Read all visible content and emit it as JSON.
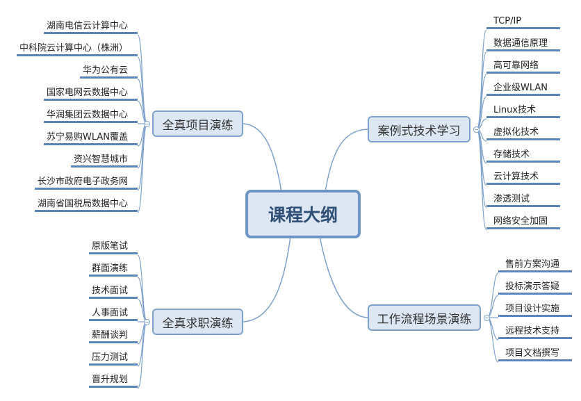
{
  "center": {
    "label": "课程大纲"
  },
  "branches": {
    "project": {
      "label": "全真项目演练",
      "items": [
        "湖南电信云计算中心",
        "中科院云计算中心（株洲）",
        "华为公有云",
        "国家电网云数据中心",
        "华润集团云数据中心",
        "苏宁易购WLAN覆盖",
        "资兴智慧城市",
        "长沙市政府电子政务网",
        "湖南省国税局数据中心"
      ]
    },
    "job": {
      "label": "全真求职演练",
      "items": [
        "原版笔试",
        "群面演练",
        "技术面试",
        "人事面试",
        "薪酬谈判",
        "压力测试",
        "晋升规划"
      ]
    },
    "tech": {
      "label": "案例式技术学习",
      "items": [
        "TCP/IP",
        "数据通信原理",
        "高可靠网络",
        "企业级WLAN",
        "Linux技术",
        "虚拟化技术",
        "存储技术",
        "云计算技术",
        "渗透测试",
        "网络安全加固"
      ]
    },
    "workflow": {
      "label": "工作流程场景演练",
      "items": [
        "售前方案沟通",
        "投标演示答疑",
        "项目设计实施",
        "远程技术支持",
        "项目文档撰写"
      ]
    }
  },
  "colors": {
    "line": "#7ea1cc",
    "underline": "#5b86bd",
    "node_fill": "#dde7f3",
    "center_border": "#6d96c6"
  }
}
